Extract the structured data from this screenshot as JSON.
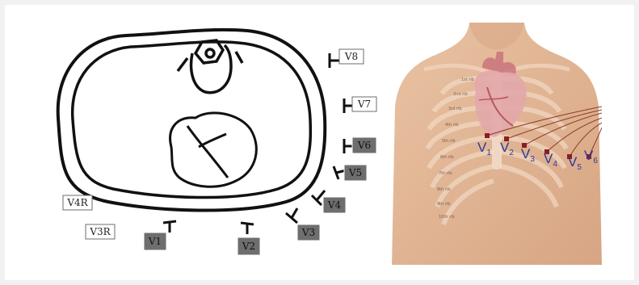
{
  "schematic": {
    "leads": [
      {
        "id": "v1",
        "label": "V1",
        "filled": true
      },
      {
        "id": "v2",
        "label": "V2",
        "filled": true
      },
      {
        "id": "v3",
        "label": "V3",
        "filled": true
      },
      {
        "id": "v4",
        "label": "V4",
        "filled": true
      },
      {
        "id": "v5",
        "label": "V5",
        "filled": true
      },
      {
        "id": "v6",
        "label": "V6",
        "filled": true
      },
      {
        "id": "v7",
        "label": "V7",
        "filled": false
      },
      {
        "id": "v8",
        "label": "V8",
        "filled": false
      },
      {
        "id": "v4r",
        "label": "V4R",
        "filled": false
      },
      {
        "id": "v3r",
        "label": "V3R",
        "filled": false
      }
    ]
  },
  "photo": {
    "rib_labels": [
      "1st rib",
      "2nd rib",
      "3rd rib",
      "4th rib",
      "5th rib",
      "6th rib",
      "7th rib",
      "8th rib",
      "9th rib",
      "10th rib"
    ],
    "precordial_labels": [
      {
        "letter": "V",
        "sub": "1"
      },
      {
        "letter": "V",
        "sub": "2"
      },
      {
        "letter": "V",
        "sub": "3"
      },
      {
        "letter": "V",
        "sub": "4"
      },
      {
        "letter": "V",
        "sub": "5"
      },
      {
        "letter": "V",
        "sub": "6"
      }
    ]
  },
  "colors": {
    "lead_box_filled": "#6e6e6e",
    "lead_box_outline": "#ffffff",
    "lead_text_filled": "#111111",
    "skin": "#e3b99a",
    "electrode": "#8a1f1f",
    "label_blue": "#2b3a9a"
  }
}
